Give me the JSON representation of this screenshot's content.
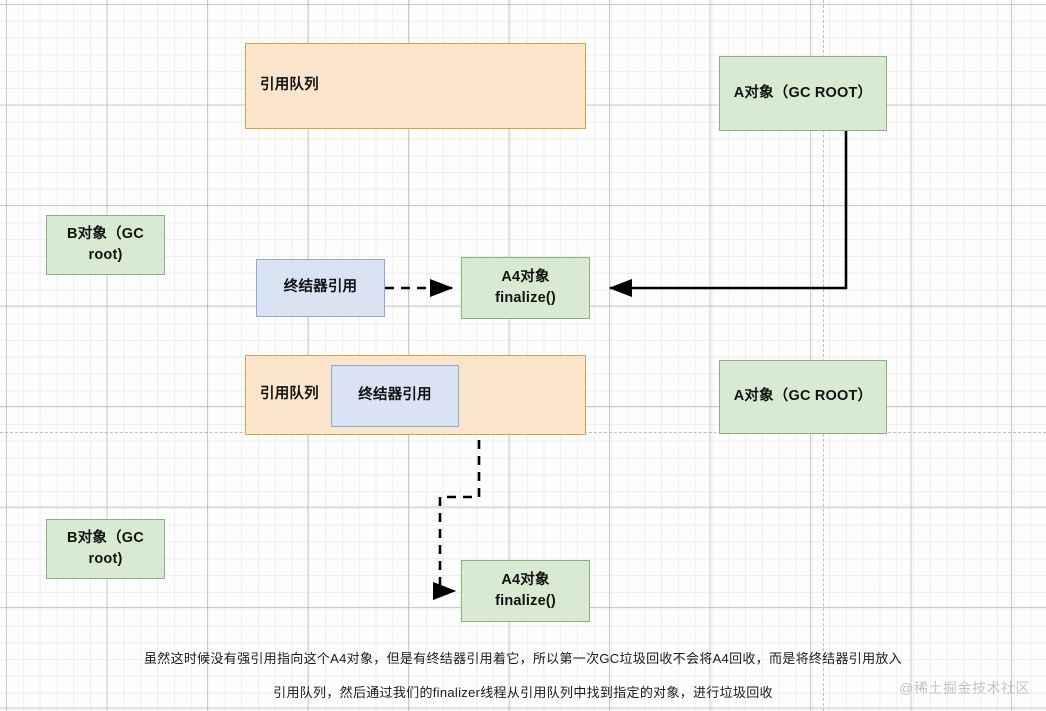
{
  "diagram": {
    "title_caption": {
      "line1": "虽然这时候没有强引用指向这个A4对象，但是有终结器引用着它，所以第一次GC垃圾回收不会将A4回收，而是将终结器引用放入",
      "line2": "引用队列，然后通过我们的finalizer线程从引用队列中找到指定的对象，进行垃圾回收"
    },
    "watermark": "@稀土掘金技术社区",
    "colors": {
      "green_fill": "#d9ead3",
      "green_border": "#8fae84",
      "orange_fill": "#fce5cd",
      "orange_border": "#d6a24a",
      "blue_fill": "#dae3f3",
      "blue_border": "#8ea9cf",
      "arrow": "#000000",
      "grid_minor": "#cbcbcb",
      "grid_major": "#a0a0a0"
    },
    "nodes": [
      {
        "id": "ref-queue-top",
        "label": "引用队列"
      },
      {
        "id": "a-object-top",
        "label": "A对象（GC ROOT）"
      },
      {
        "id": "b-object-top",
        "label": "B对象（GC\nroot)"
      },
      {
        "id": "finalizer-ref-top",
        "label": "终结器引用"
      },
      {
        "id": "a4-object-top",
        "label": "A4对象\nfinalize()"
      },
      {
        "id": "ref-queue-bottom",
        "label": "引用队列"
      },
      {
        "id": "finalizer-ref-bottom",
        "label": "终结器引用"
      },
      {
        "id": "a-object-bottom",
        "label": "A对象（GC ROOT）"
      },
      {
        "id": "b-object-bottom",
        "label": "B对象（GC\nroot)"
      },
      {
        "id": "a4-object-bottom",
        "label": "A4对象\nfinalize()"
      }
    ],
    "edges": [
      {
        "id": "edge-finalizer-to-a4-top",
        "style": "dashed",
        "from": "finalizer-ref-top",
        "to": "a4-object-top"
      },
      {
        "id": "edge-a-to-a4-top",
        "style": "solid",
        "from": "a-object-top",
        "to": "a4-object-top"
      },
      {
        "id": "edge-finalizer-to-a4-bottom",
        "style": "dashed",
        "from": "finalizer-ref-bottom",
        "to": "a4-object-bottom"
      }
    ]
  }
}
